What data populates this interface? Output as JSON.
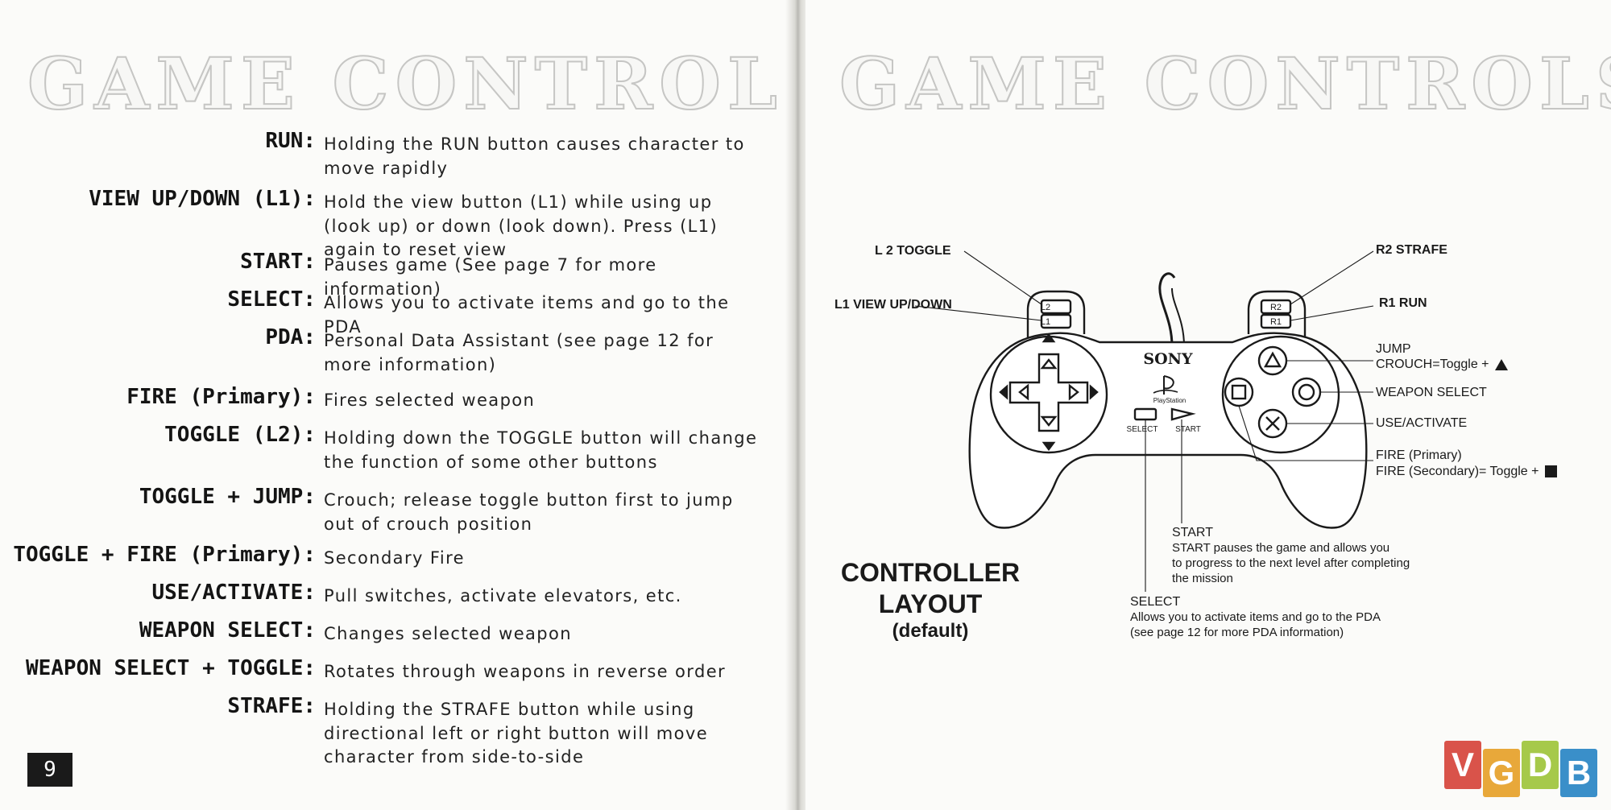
{
  "left_page": {
    "heading": "GAME CONTROLS",
    "page_number": "9",
    "controls": [
      {
        "label": "RUN:",
        "description": "Holding the RUN button causes character to move rapidly"
      },
      {
        "label": "VIEW UP/DOWN (L1):",
        "description": "Hold the view button (L1) while using up (look up) or down (look down). Press (L1) again to reset view"
      },
      {
        "label": "START:",
        "description": "Pauses game (See page 7 for more information)"
      },
      {
        "label": "SELECT:",
        "description": "Allows you to activate items and go to the PDA"
      },
      {
        "label": "PDA:",
        "description": "Personal Data Assistant (see page 12 for more information)"
      },
      {
        "label": "FIRE (Primary):",
        "description": "Fires selected weapon"
      },
      {
        "label": "TOGGLE (L2):",
        "description": "Holding down the TOGGLE button will change the function of some other buttons"
      },
      {
        "label": "TOGGLE + JUMP:",
        "description": "Crouch; release toggle button first to jump out of crouch position"
      },
      {
        "label": "TOGGLE + FIRE (Primary):",
        "description": "Secondary Fire"
      },
      {
        "label": "USE/ACTIVATE:",
        "description": "Pull switches, activate elevators, etc."
      },
      {
        "label": "WEAPON SELECT:",
        "description": "Changes selected weapon"
      },
      {
        "label": "WEAPON SELECT + TOGGLE:",
        "description": "Rotates through weapons in reverse order"
      },
      {
        "label": "STRAFE:",
        "description": "Holding the STRAFE button while using directional left or right button will move character from side-to-side"
      }
    ]
  },
  "right_page": {
    "heading": "GAME CONTROLS",
    "controller_title_line1": "CONTROLLER",
    "controller_title_line2": "LAYOUT",
    "controller_subtitle": "(default)",
    "controller": {
      "brand": "SONY",
      "logo_text": "PlayStation",
      "buttons": {
        "l2": "L2",
        "l1": "L1",
        "r2": "R2",
        "r1": "R1",
        "select": "SELECT",
        "start": "START"
      }
    },
    "callouts": {
      "l2_toggle": "L 2  TOGGLE",
      "l1_view": "L1  VIEW UP/DOWN",
      "r2_strafe": "R2  STRAFE",
      "r1_run": "R1  RUN",
      "jump": "JUMP",
      "crouch": "CROUCH=Toggle +",
      "weapon_select": "WEAPON SELECT",
      "use_activate": "USE/ACTIVATE",
      "fire_primary": "FIRE (Primary)",
      "fire_secondary": "FIRE (Secondary)= Toggle +",
      "start_title": "START",
      "start_desc_1": "START pauses the game and allows you",
      "start_desc_2": "to progress to the next level after completing",
      "start_desc_3": "the mission",
      "select_title": "SELECT",
      "select_desc_1": "Allows you to activate items and go to the PDA",
      "select_desc_2": "(see page 12 for more PDA information)"
    }
  },
  "watermark": {
    "letters": [
      "V",
      "G",
      "D",
      "B"
    ],
    "colors": [
      "#d9534a",
      "#e8a83a",
      "#a6c94a",
      "#3a8fc9"
    ]
  }
}
